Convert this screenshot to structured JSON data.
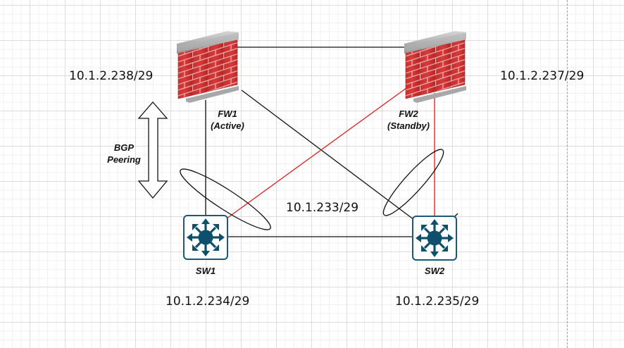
{
  "diagram": {
    "title": "Firewall HA pair with BGP peering to switches",
    "colors": {
      "link_black": "#111111",
      "link_red": "#e02020",
      "switch_fill": "#0e4f6e",
      "brick": "#c8302f",
      "cap": "#9a9a9a"
    },
    "nodes": [
      {
        "id": "fw1",
        "type": "firewall",
        "name": "FW1",
        "role": "(Active)",
        "ip": "10.1.2.238/29",
        "icon": "firewall-icon"
      },
      {
        "id": "fw2",
        "type": "firewall",
        "name": "FW2",
        "role": "(Standby)",
        "ip": "10.1.2.237/29",
        "icon": "firewall-icon"
      },
      {
        "id": "sw1",
        "type": "switch",
        "name": "SW1",
        "ip": "10.1.2.234/29",
        "icon": "layer3-switch-icon"
      },
      {
        "id": "sw2",
        "type": "switch",
        "name": "SW2",
        "ip": "10.1.2.235/29",
        "icon": "layer3-switch-icon"
      }
    ],
    "links": [
      {
        "from": "fw1",
        "to": "fw2",
        "color": "black"
      },
      {
        "from": "fw1",
        "to": "sw1",
        "color": "black"
      },
      {
        "from": "fw1",
        "to": "sw2",
        "color": "black"
      },
      {
        "from": "fw2",
        "to": "sw1",
        "color": "red"
      },
      {
        "from": "fw2",
        "to": "sw2",
        "color": "red"
      },
      {
        "from": "sw1",
        "to": "sw2",
        "color": "black"
      }
    ],
    "subnet_label": "10.1.233/29",
    "bgp_label_line1": "BGP",
    "bgp_label_line2": "Peering",
    "bgp_arrow_icon": "double-arrow-vertical-icon",
    "lag_groups": [
      "sw1-uplinks",
      "sw2-uplinks"
    ]
  }
}
